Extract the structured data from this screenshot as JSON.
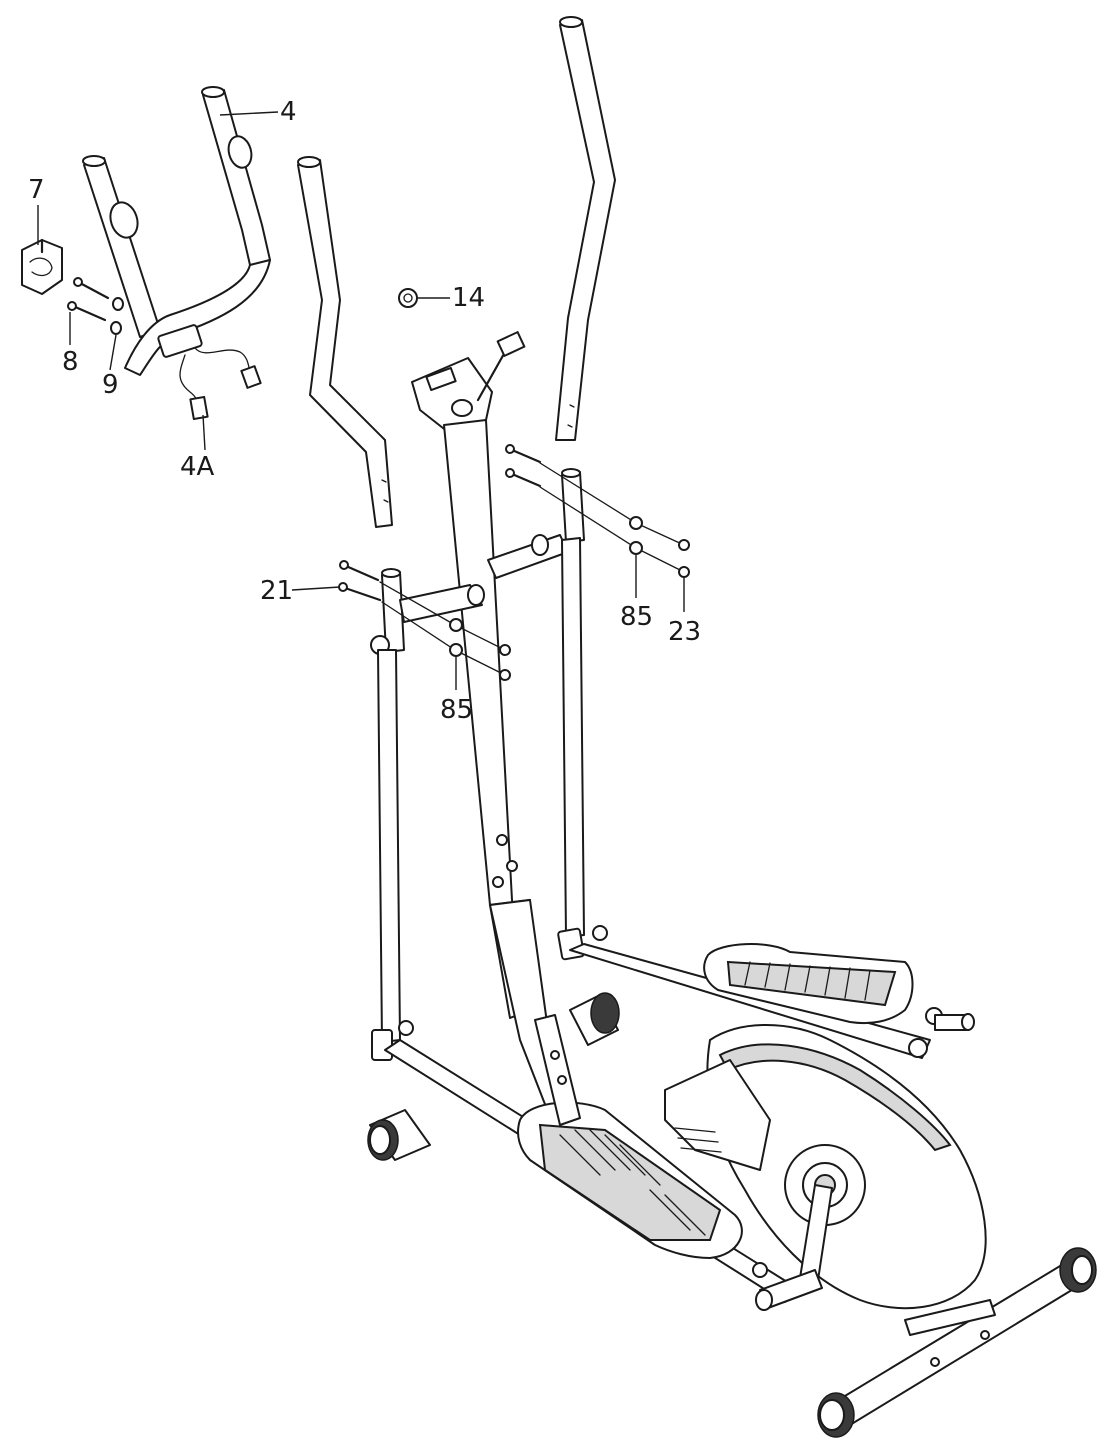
{
  "labels": {
    "p4": "4",
    "p7": "7",
    "p8": "8",
    "p9": "9",
    "p4a": "4A",
    "p14": "14",
    "p21": "21",
    "p85_right": "85",
    "p23": "23",
    "p85_left": "85"
  }
}
